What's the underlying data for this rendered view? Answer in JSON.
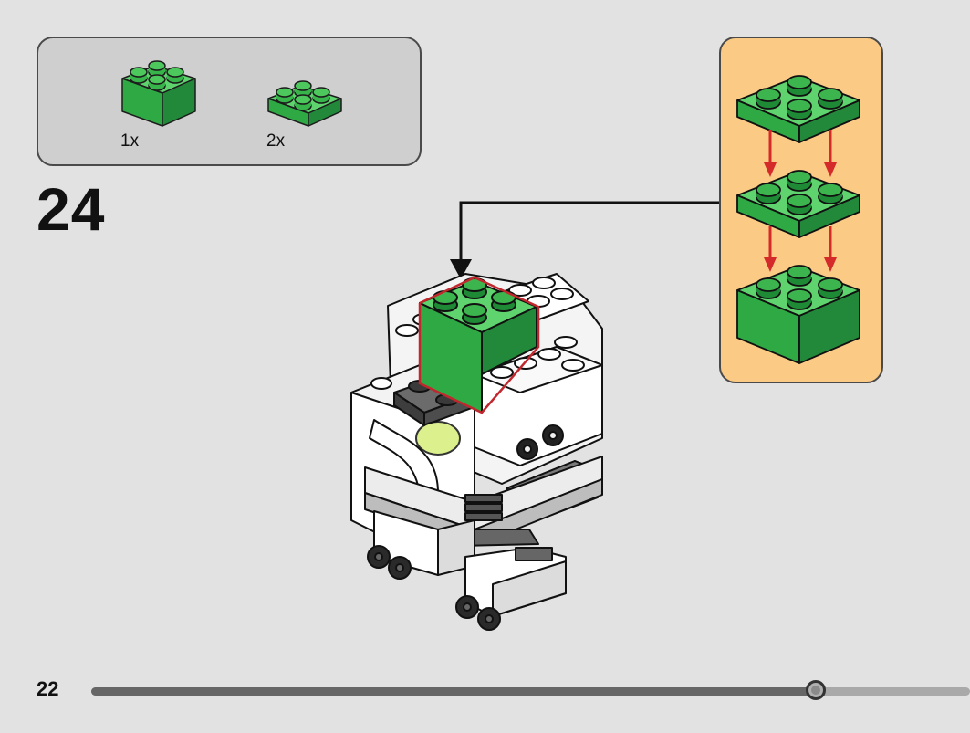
{
  "parts_list": {
    "items": [
      {
        "part": "green-brick-2x2",
        "color": "#37b54a",
        "quantity": "1x"
      },
      {
        "part": "green-plate-2x2",
        "color": "#37b54a",
        "quantity": "2x"
      }
    ]
  },
  "step": {
    "number": "24"
  },
  "sub_assembly": {
    "background_color": "#fbcb86",
    "arrow_color": "#d42a2a",
    "layers": [
      "green-plate-2x2",
      "green-plate-2x2",
      "green-brick-2x2"
    ]
  },
  "model": {
    "highlight_color": "#c0282d",
    "icon": "brickheadz-robot-model"
  },
  "footer": {
    "page_number": "22",
    "progress": 0.825
  }
}
